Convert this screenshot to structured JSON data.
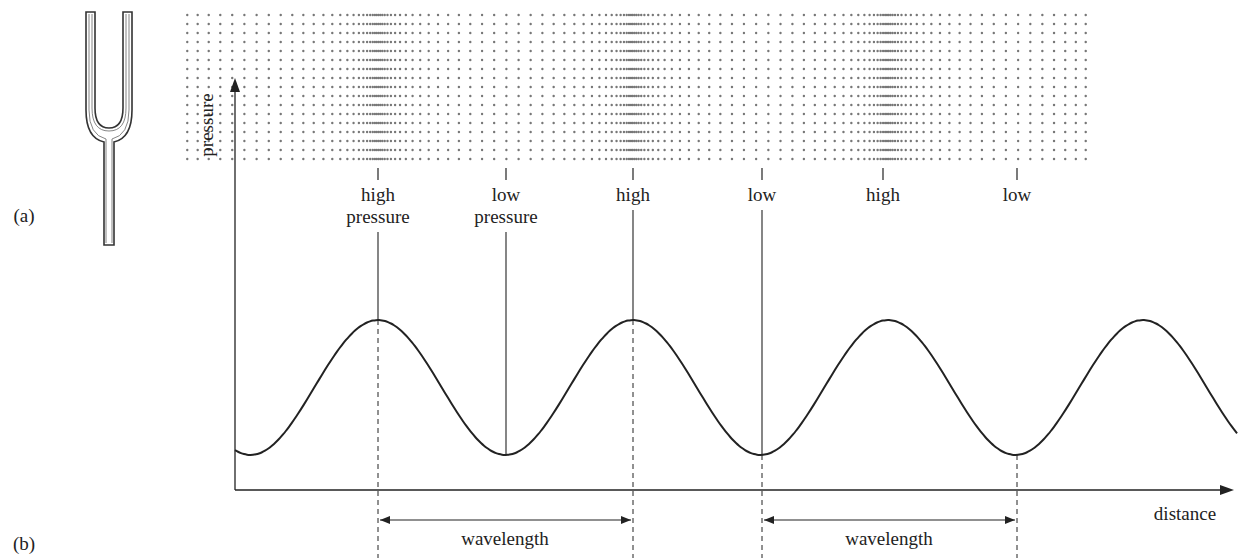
{
  "diagram": {
    "labels": [
      "high pressure",
      "low pressure",
      "high",
      "low",
      "high",
      "low",
      "(a)",
      "pressure",
      "(b)",
      "wavelength",
      "wavelength",
      "distance"
    ]
  }
}
